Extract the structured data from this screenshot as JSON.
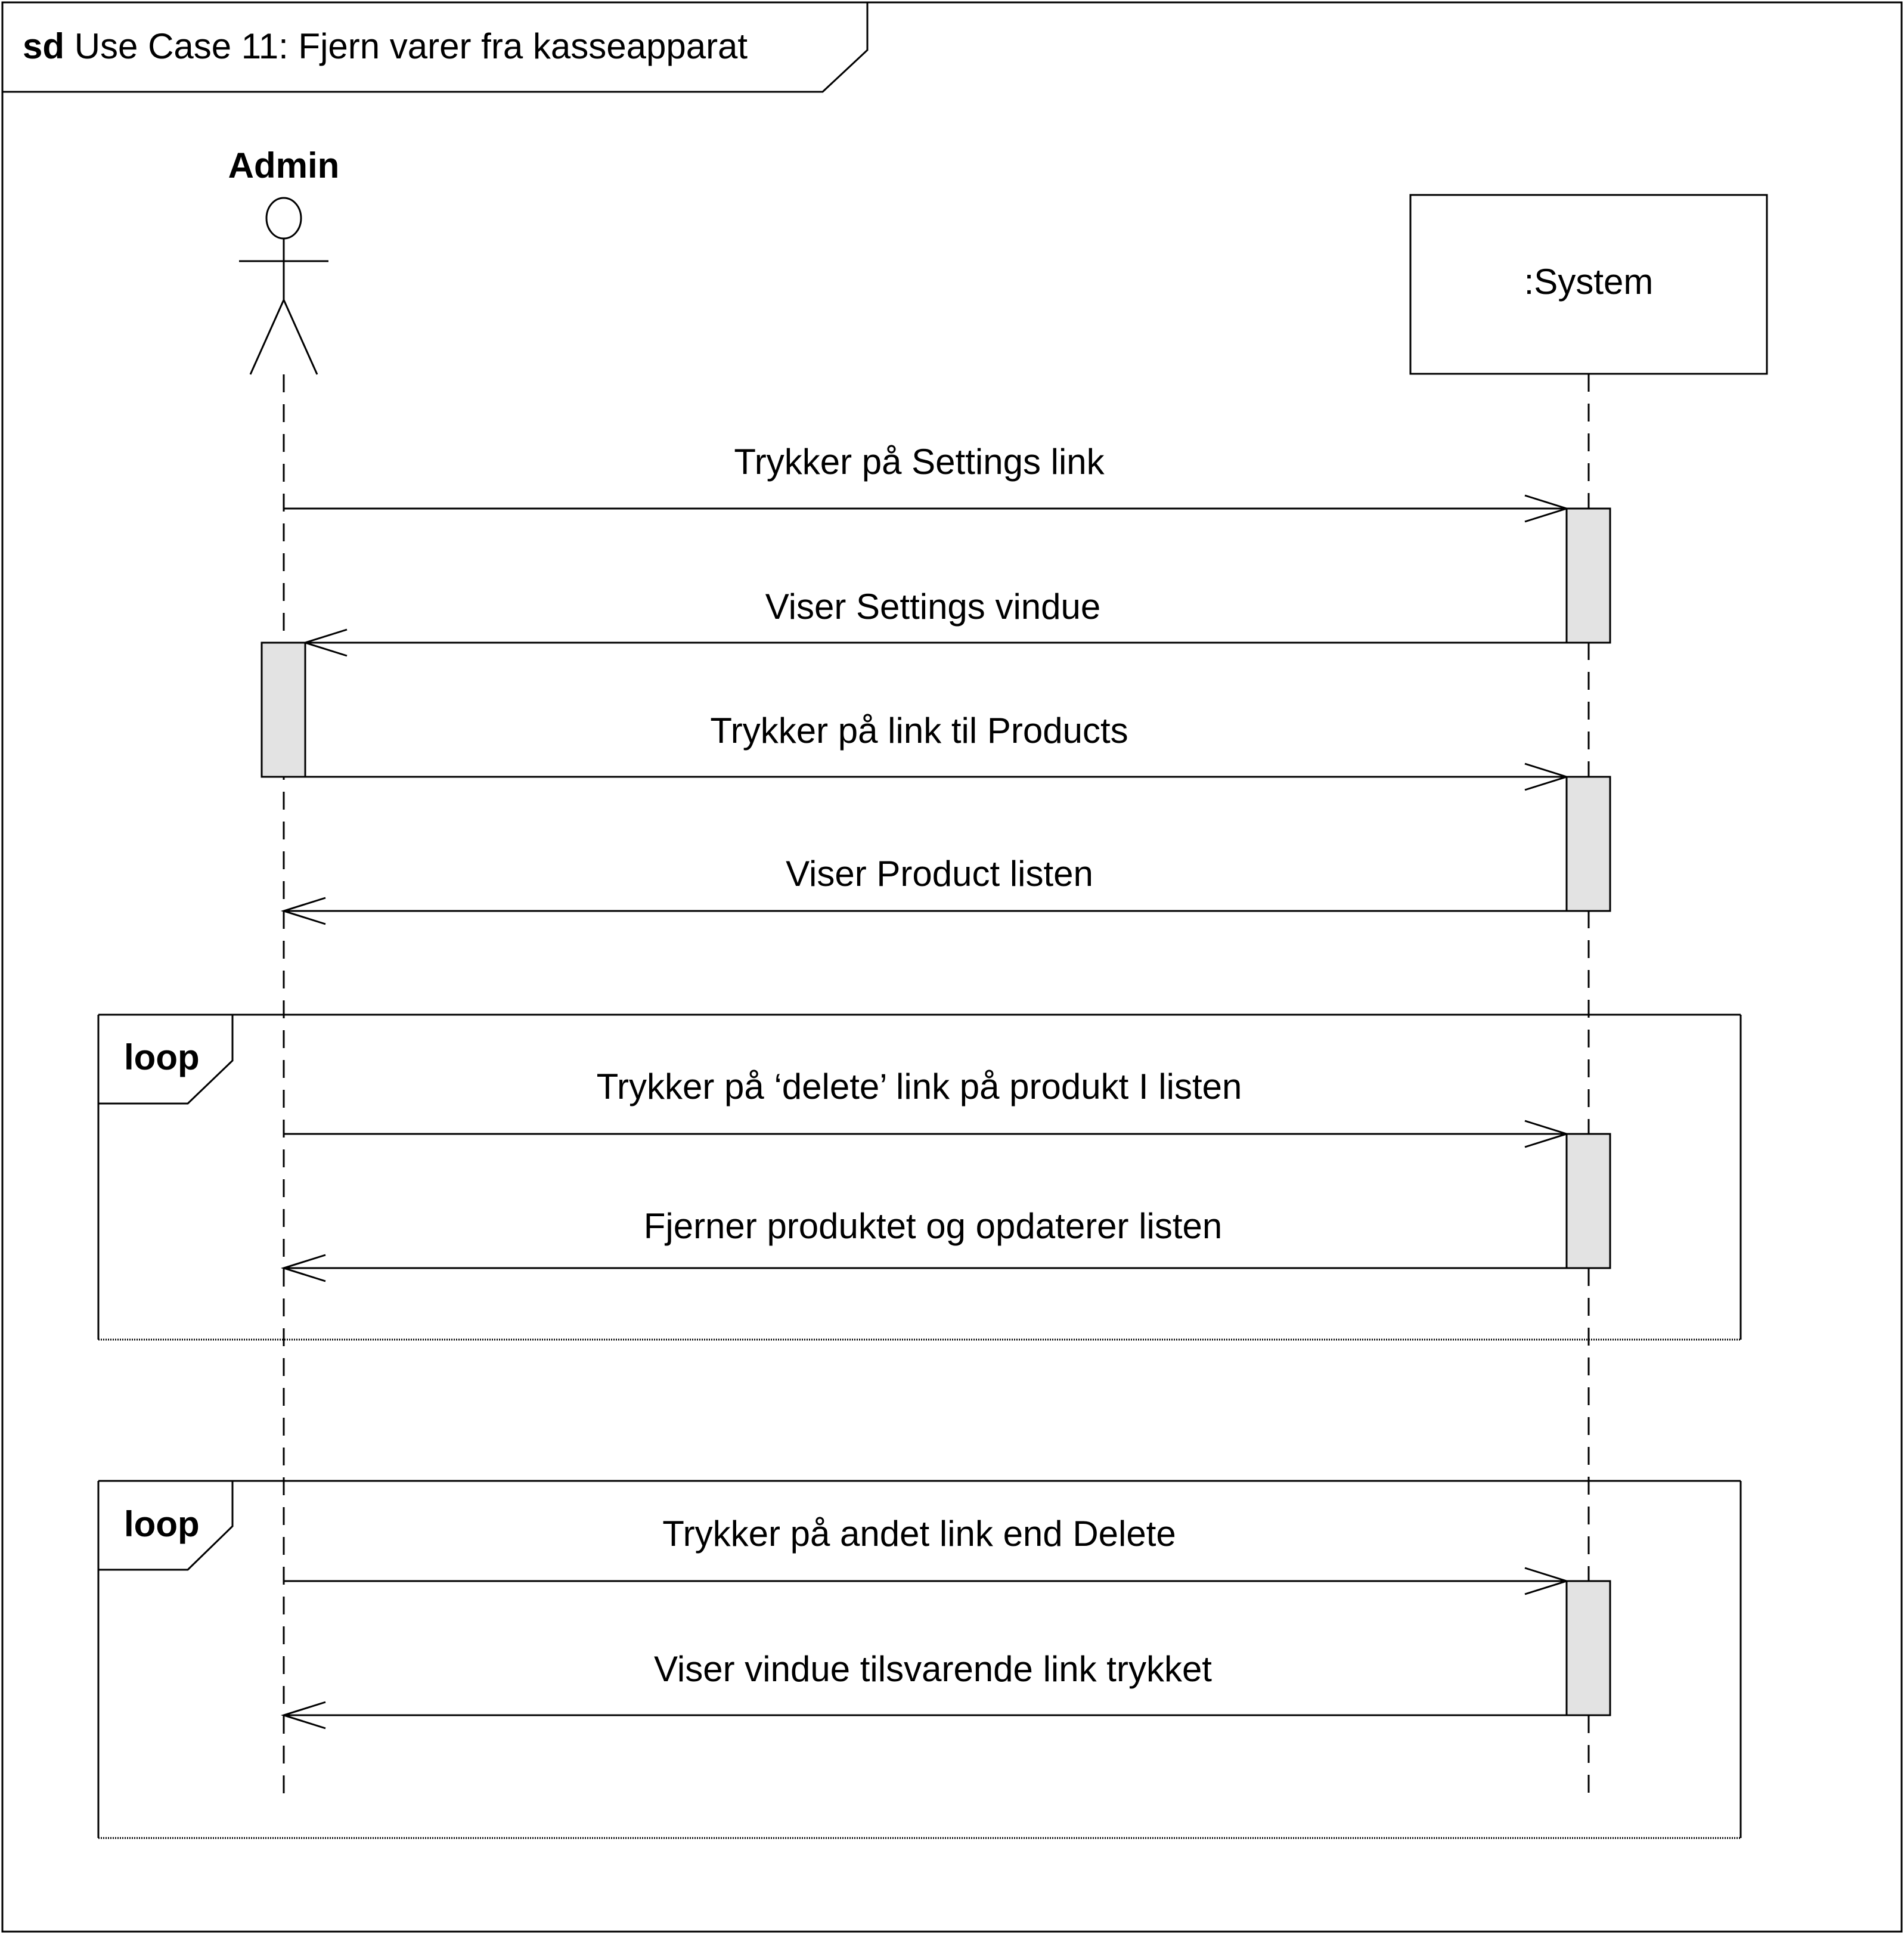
{
  "frame": {
    "keyword": "sd",
    "title": "Use Case 11: Fjern varer fra kasseapparat"
  },
  "lifelines": {
    "actor": {
      "name": "Admin"
    },
    "system": {
      "name": ":System"
    }
  },
  "messages": [
    {
      "label": "Trykker på Settings link",
      "direction": "to-system"
    },
    {
      "label": "Viser Settings vindue",
      "direction": "to-actor"
    },
    {
      "label": "Trykker på link til Products",
      "direction": "to-system"
    },
    {
      "label": "Viser Product listen",
      "direction": "to-actor"
    },
    {
      "label": "Trykker på ‘delete’ link på produkt I listen",
      "direction": "to-system"
    },
    {
      "label": "Fjerner produktet og opdaterer listen",
      "direction": "to-actor"
    },
    {
      "label": "Trykker på andet link end Delete",
      "direction": "to-system"
    },
    {
      "label": "Viser vindue tilsvarende link trykket",
      "direction": "to-actor"
    }
  ],
  "fragments": [
    {
      "operator": "loop"
    },
    {
      "operator": "loop"
    }
  ],
  "colors": {
    "activation_fill": "#e3e3e3",
    "line": "#000000",
    "background": "#ffffff"
  }
}
